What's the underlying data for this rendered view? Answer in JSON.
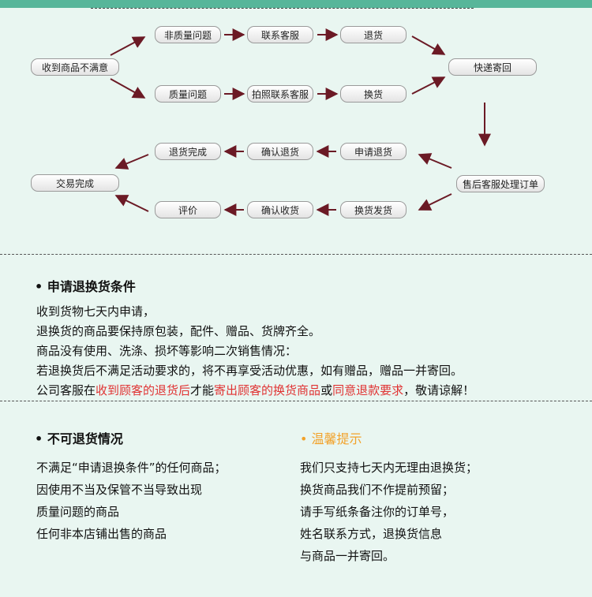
{
  "flow": {
    "start": "收到商品不满意",
    "non_quality": "非质量问题",
    "contact_service": "联系客服",
    "return_goods": "退货",
    "quality": "质量问题",
    "photo_contact": "拍照联系客服",
    "exchange_goods": "换货",
    "express_return": "快递寄回",
    "after_sales": "售后客服处理订单",
    "apply_return": "申请退货",
    "confirm_return": "确认退货",
    "return_done": "退货完成",
    "exchange_ship": "换货发货",
    "confirm_receipt": "确认收货",
    "review": "评价",
    "deal_done": "交易完成",
    "arrow_color": "#6b1a25"
  },
  "conditions": {
    "title": "申请退换货条件",
    "lines": [
      "收到货物七天内申请，",
      "退换货的商品要保持原包装，配件、赠品、货牌齐全。",
      "商品没有使用、洗涤、损坏等影响二次销售情况：",
      "若退换货后不满足活动要求的，将不再享受活动优惠，如有赠品，赠品一并寄回。"
    ],
    "last": {
      "p1": "公司客服在",
      "r1": "收到顾客的退货后",
      "p2": "才能",
      "r2": "寄出顾客的换货商品",
      "p3": "或",
      "r3": "同意退款要求",
      "p4": "，敬请谅解！"
    }
  },
  "no_return": {
    "title": "不可退货情况",
    "lines": [
      "不满足“申请退换条件”的任何商品；",
      "因使用不当及保管不当导致出现",
      "质量问题的商品",
      "任何非本店铺出售的商品"
    ]
  },
  "tips": {
    "title": "温馨提示",
    "lines": [
      "我们只支持七天内无理由退换货；",
      "换货商品我们不作提前预留；",
      "请手写纸条备注你的订单号，",
      "姓名联系方式，退换货信息",
      "与商品一并寄回。"
    ]
  },
  "colors": {
    "accent": "#57b69a",
    "highlight": "#e03333",
    "warm": "#f2a22a",
    "background": "#e9f6f1"
  }
}
